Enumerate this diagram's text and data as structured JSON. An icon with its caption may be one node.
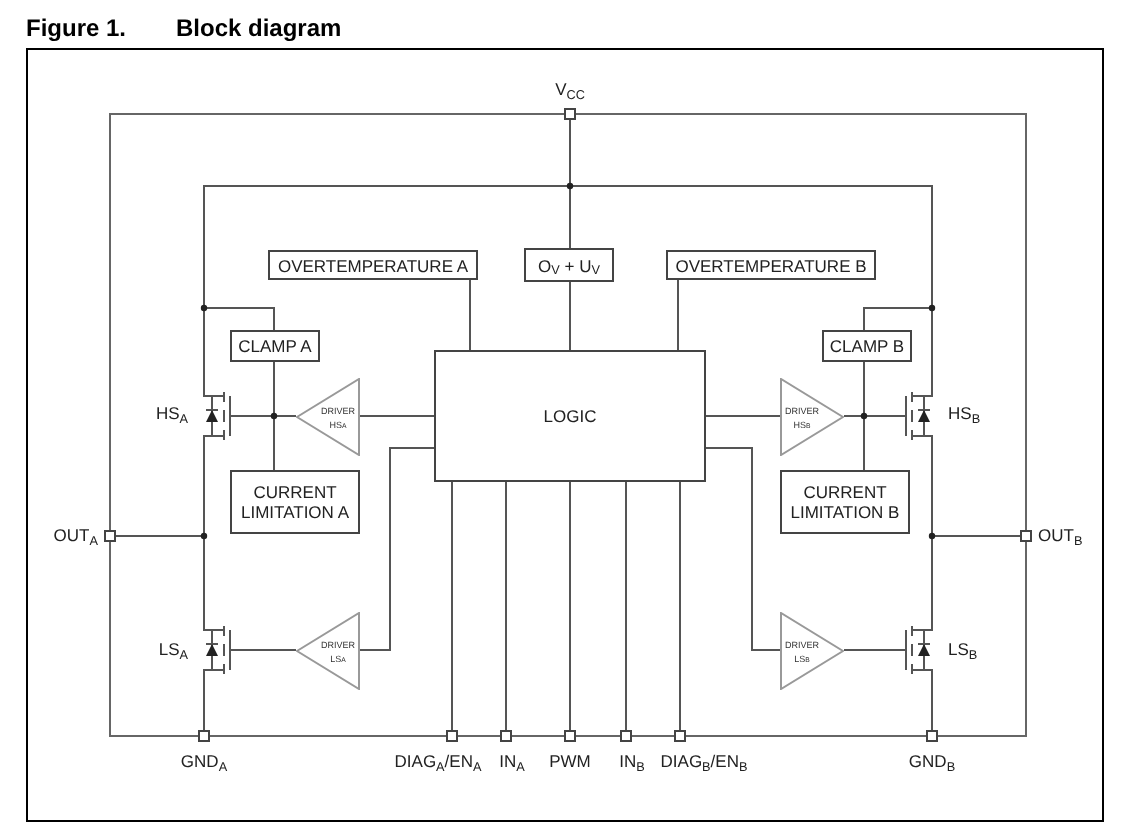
{
  "diagram": {
    "title": "Block diagram",
    "nodes": [
      {
        "text": [],
        "shape": "box",
        "beside": [
          "V$_{CC}$"
        ]
      },
      {
        "text": [
          "OVERTEMPERATURE A"
        ]
      },
      {
        "text": [
          "O$_{V}$ + U$_{V}$"
        ]
      },
      {
        "text": [
          "OVERTEMPERATURE B"
        ]
      },
      {
        "text": [
          "CLAMP A"
        ]
      },
      {
        "text": [
          "CLAMP B"
        ]
      },
      {
        "text": [],
        "shape": "transistor",
        "beside": [
          "HS$_{A}$"
        ]
      },
      {
        "text": [
          "DRIVER",
          "HS$_{A}$"
        ]
      },
      {
        "text": [
          "LOGIC"
        ]
      },
      {
        "text": [
          "DRIVER",
          "HS$_{B}$"
        ]
      },
      {
        "text": [],
        "shape": "transistor",
        "beside": [
          "HS$_{B}$"
        ]
      },
      {
        "text": [
          "CURRENT LIMITATION A"
        ]
      },
      {
        "text": [
          "CURRENT LIMITATION B"
        ]
      },
      {
        "text": [],
        "shape": "box",
        "beside": [
          "OUT$_{A}$"
        ]
      },
      {
        "text": [],
        "shape": "box",
        "beside": [
          "OUT$_{B}$"
        ]
      },
      {
        "text": [],
        "shape": "transistor",
        "beside": [
          "LS$_{A}$"
        ]
      },
      {
        "text": [
          "DRIVER",
          "LS$_{A}$"
        ]
      },
      {
        "text": [
          "DRIVER",
          "LS$_{B}$"
        ]
      },
      {
        "text": [],
        "shape": "transistor",
        "beside": [
          "LS$_{B}$"
        ]
      },
      {
        "text": [],
        "shape": "box",
        "beside": [
          "GND$_{A}$"
        ]
      },
      {
        "text": [],
        "shape": "box",
        "beside": [
          "DIAG$_{A}$/EN$_{A}$"
        ]
      },
      {
        "text": [],
        "shape": "box",
        "beside": [
          "IN$_{A}$"
        ]
      },
      {
        "text": [],
        "shape": "box",
        "beside": [
          "PWM"
        ]
      },
      {
        "text": [],
        "shape": "box",
        "beside": [
          "IN$_{B}$"
        ]
      },
      {
        "text": [],
        "shape": "box",
        "beside": [
          "DIAG$_{B}$/EN$_{B}$"
        ]
      },
      {
        "text": [],
        "shape": "box",
        "beside": [
          "GND$_{B}$"
        ]
      }
    ],
    "edges": [
      {
        "from": 0,
        "to": 2,
        "arrow": "none"
      },
      {
        "from": 0,
        "to": 6,
        "arrow": "none"
      },
      {
        "from": 0,
        "to": 10,
        "arrow": "none"
      },
      {
        "from": 6,
        "to": 4,
        "arrow": "none"
      },
      {
        "from": 4,
        "to": 11,
        "arrow": "none"
      },
      {
        "from": 7,
        "to": 6,
        "arrow": "none"
      },
      {
        "from": 8,
        "to": 7,
        "arrow": "none"
      },
      {
        "from": 8,
        "to": 16,
        "arrow": "none"
      },
      {
        "from": 16,
        "to": 15,
        "arrow": "none"
      },
      {
        "from": 6,
        "to": 15,
        "arrow": "none"
      },
      {
        "from": 13,
        "to": 6,
        "arrow": "none"
      },
      {
        "from": 15,
        "to": 19,
        "arrow": "none"
      },
      {
        "from": 1,
        "to": 8,
        "arrow": "none"
      },
      {
        "from": 2,
        "to": 8,
        "arrow": "none"
      },
      {
        "from": 3,
        "to": 8,
        "arrow": "none"
      },
      {
        "from": 8,
        "to": 9,
        "arrow": "none"
      },
      {
        "from": 8,
        "to": 17,
        "arrow": "none"
      },
      {
        "from": 9,
        "to": 10,
        "arrow": "none"
      },
      {
        "from": 17,
        "to": 18,
        "arrow": "none"
      },
      {
        "from": 5,
        "to": 12,
        "arrow": "none"
      },
      {
        "from": 10,
        "to": 5,
        "arrow": "none"
      },
      {
        "from": 10,
        "to": 18,
        "arrow": "none"
      },
      {
        "from": 14,
        "to": 10,
        "arrow": "none"
      },
      {
        "from": 18,
        "to": 25,
        "arrow": "none"
      },
      {
        "from": 8,
        "to": 20,
        "arrow": "none"
      },
      {
        "from": 8,
        "to": 21,
        "arrow": "none"
      },
      {
        "from": 8,
        "to": 22,
        "arrow": "none"
      },
      {
        "from": 8,
        "to": 23,
        "arrow": "none"
      },
      {
        "from": 8,
        "to": 24,
        "arrow": "none"
      }
    ],
    "labels": [
      "Figure 1."
    ]
  }
}
